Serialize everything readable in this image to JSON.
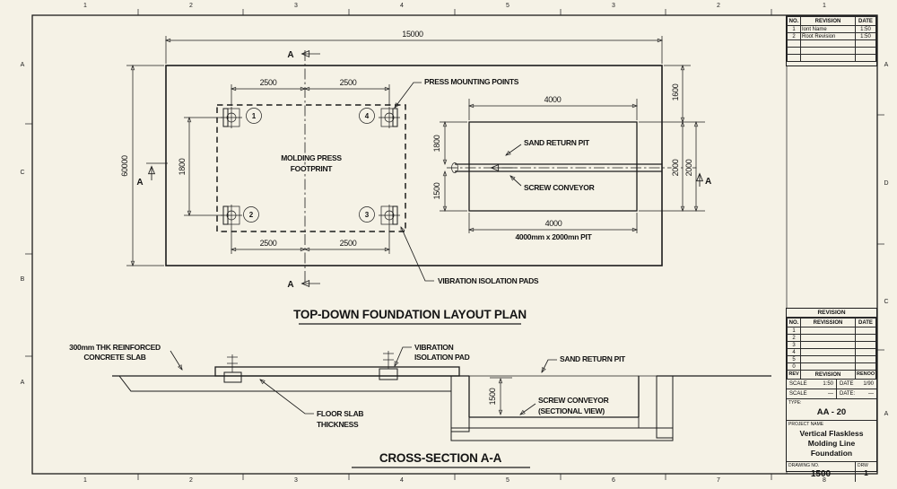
{
  "sheet": {
    "zones_top": [
      "1",
      "2",
      "3",
      "4",
      "5",
      "3",
      "2",
      "1"
    ],
    "zones_bottom": [
      "1",
      "2",
      "3",
      "4",
      "5",
      "6",
      "7",
      "8"
    ],
    "zones_left": [
      "A",
      "C",
      "B",
      "A"
    ],
    "zones_right": [
      "A",
      "D",
      "C",
      "A"
    ]
  },
  "plan": {
    "title": "TOP-DOWN FOUNDATION LAYOUT PLAN",
    "section_letter": "A",
    "pad_numbers": [
      "1",
      "2",
      "3",
      "4"
    ],
    "labels": {
      "mounting_points": "PRESS MOUNTING POINTS",
      "footprint_line1": "MOLDING PRESS",
      "footprint_line2": "FOOTPRINT",
      "sand_return_pit": "SAND RETURN PIT",
      "screw_conveyor": "SCREW CONVEYOR",
      "isolation_pads": "VIBRATION ISOLATION PADS"
    },
    "dims": {
      "overall_width": "15000",
      "overall_height": "60000",
      "mount_spacing": [
        "2500",
        "2500",
        "2500",
        "2500"
      ],
      "pad_row_spacing": "1800",
      "pit_width_top": "4000",
      "pit_edge_offset": "1600",
      "pit_depth_right": [
        "2000",
        "2000"
      ],
      "pit_upper": "1800",
      "pit_lower": "1500",
      "pit_width_bottom": "4000",
      "pit_note": "4000mm x 2000mn PIT"
    }
  },
  "section": {
    "title": "CROSS-SECTION A-A",
    "labels": {
      "slab_line1": "300mm THK REINFORCED",
      "slab_line2": "CONCRETE SLAB",
      "pad_line1": "VIBRATION",
      "pad_line2": "ISOLATION PAD",
      "sand_return_pit": "SAND RETURN PIT",
      "conveyor_line1": "SCREW CONVEYOR",
      "conveyor_line2": "(SECTIONAL VIEW)",
      "floor_line1": "FLOOR SLAB",
      "floor_line2": "THICKNESS"
    },
    "dims": {
      "pit_depth": "1500"
    }
  },
  "title_block": {
    "top_table": {
      "headers": [
        "NO.",
        "REVISION",
        "DATE"
      ],
      "rows": [
        [
          "1",
          "Iont Name",
          "1:50"
        ],
        [
          "2",
          "Root Revision",
          "1:50"
        ]
      ]
    },
    "mid_table": {
      "title": "REVISION",
      "headers": [
        "NO.",
        "REVISSION",
        "DATE"
      ],
      "row_numbers": [
        "1",
        "2",
        "3",
        "4",
        "5",
        "0"
      ],
      "footer": [
        "REV",
        "REVISION",
        "RENOO"
      ]
    },
    "scale_rows": [
      {
        "k1": "SCALE",
        "v1": "1:50",
        "k2": "DATE",
        "v2": "1/90"
      },
      {
        "k1": "SCALE",
        "v1": "—",
        "k2": "DATE:",
        "v2": "—"
      }
    ],
    "type": {
      "label": "TYPE:",
      "value": "AA - 20"
    },
    "project": {
      "label": "PROJECT NAME",
      "line1": "Vertical Flaskless",
      "line2": "Molding Line",
      "line3": "Foundation"
    },
    "drawing": {
      "label": "DRAWING NO.",
      "value": "1500",
      "sub_label": "DRW",
      "sub_value": "1"
    }
  }
}
